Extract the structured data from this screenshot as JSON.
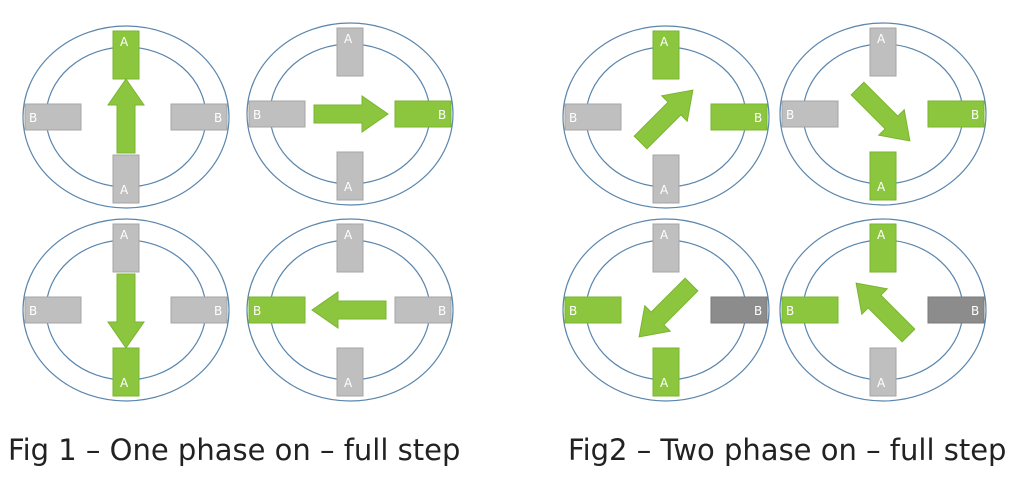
{
  "colors": {
    "active_pole": "#8cc63f",
    "active_pole_border": "#7ab52f",
    "inactive_pole": "#bfbfbf",
    "inactive_pole_border": "#a6a6a6",
    "inactive_pole_dark": "#8c8c8c",
    "arrow": "#8cc63f",
    "stator_line": "#5a86ad",
    "label_text": "#ffffff",
    "caption_text": "#222222"
  },
  "captions": {
    "fig1": "Fig 1 – One phase on – full step",
    "fig2": "Fig2 – Two phase on – full step"
  },
  "motors": [
    {
      "figure": "Fig 1",
      "step": 1,
      "poles": {
        "top": {
          "label": "A",
          "active": true
        },
        "bottom": {
          "label": "A",
          "active": false
        },
        "left": {
          "label": "B",
          "active": false
        },
        "right": {
          "label": "B",
          "active": false
        }
      },
      "arrow_direction_deg": 270
    },
    {
      "figure": "Fig 1",
      "step": 2,
      "poles": {
        "top": {
          "label": "A",
          "active": false
        },
        "bottom": {
          "label": "A",
          "active": false
        },
        "left": {
          "label": "B",
          "active": false
        },
        "right": {
          "label": "B",
          "active": true
        }
      },
      "arrow_direction_deg": 0
    },
    {
      "figure": "Fig 1",
      "step": 3,
      "poles": {
        "top": {
          "label": "A",
          "active": false
        },
        "bottom": {
          "label": "A",
          "active": true
        },
        "left": {
          "label": "B",
          "active": false
        },
        "right": {
          "label": "B",
          "active": false
        }
      },
      "arrow_direction_deg": 90
    },
    {
      "figure": "Fig 1",
      "step": 4,
      "poles": {
        "top": {
          "label": "A",
          "active": false
        },
        "bottom": {
          "label": "A",
          "active": false
        },
        "left": {
          "label": "B",
          "active": true
        },
        "right": {
          "label": "B",
          "active": false
        }
      },
      "arrow_direction_deg": 180
    },
    {
      "figure": "Fig2",
      "step": 1,
      "poles": {
        "top": {
          "label": "A",
          "active": true
        },
        "bottom": {
          "label": "A",
          "active": false
        },
        "left": {
          "label": "B",
          "active": false
        },
        "right": {
          "label": "B",
          "active": true
        }
      },
      "arrow_direction_deg": 315
    },
    {
      "figure": "Fig2",
      "step": 2,
      "poles": {
        "top": {
          "label": "A",
          "active": false
        },
        "bottom": {
          "label": "A",
          "active": true
        },
        "left": {
          "label": "B",
          "active": false
        },
        "right": {
          "label": "B",
          "active": true
        }
      },
      "arrow_direction_deg": 45
    },
    {
      "figure": "Fig2",
      "step": 3,
      "poles": {
        "top": {
          "label": "A",
          "active": false
        },
        "bottom": {
          "label": "A",
          "active": true
        },
        "left": {
          "label": "B",
          "active": true
        },
        "right": {
          "label": "B",
          "active": false
        }
      },
      "arrow_direction_deg": 135
    },
    {
      "figure": "Fig2",
      "step": 4,
      "poles": {
        "top": {
          "label": "A",
          "active": true
        },
        "bottom": {
          "label": "A",
          "active": false
        },
        "left": {
          "label": "B",
          "active": true
        },
        "right": {
          "label": "B",
          "active": false
        }
      },
      "arrow_direction_deg": 225
    }
  ]
}
